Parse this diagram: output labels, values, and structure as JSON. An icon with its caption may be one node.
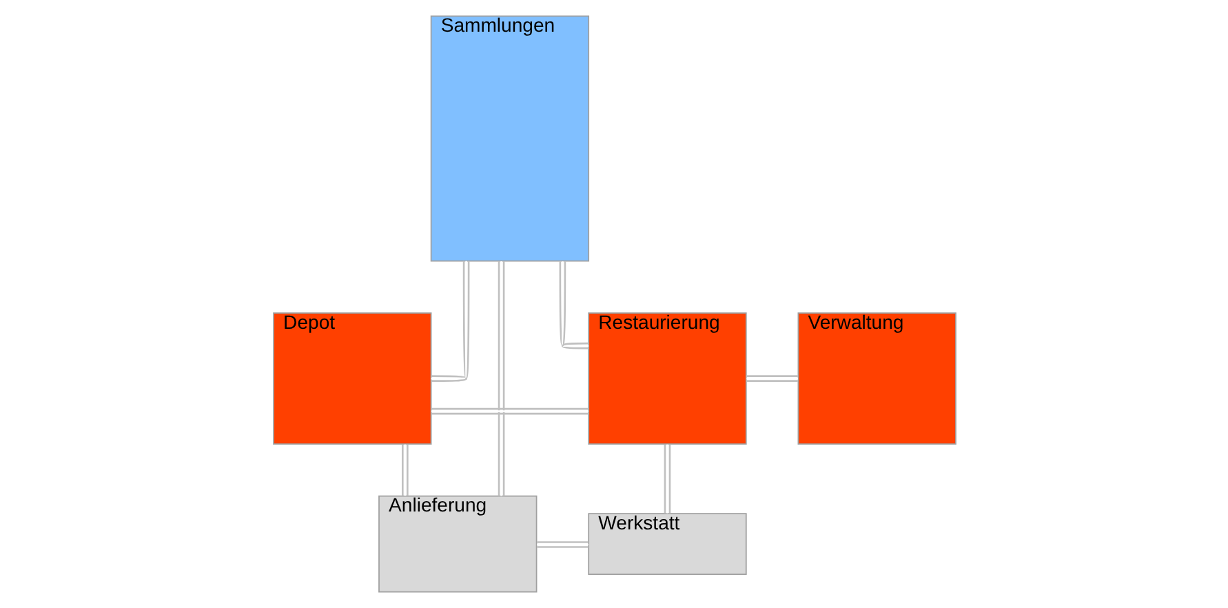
{
  "diagram": {
    "nodes": [
      {
        "text": [
          "Sammlungen"
        ]
      },
      {
        "text": [
          "Depot"
        ]
      },
      {
        "text": [
          "Restaurierung"
        ]
      },
      {
        "text": [
          "Verwaltung"
        ]
      },
      {
        "text": [
          "Anlieferung"
        ]
      },
      {
        "text": [
          "Werkstatt"
        ]
      }
    ],
    "edges": [
      {
        "from": 0,
        "to": 1,
        "arrow": "none"
      },
      {
        "from": 0,
        "to": 2,
        "arrow": "none"
      },
      {
        "from": 0,
        "to": 4,
        "arrow": "none"
      },
      {
        "from": 1,
        "to": 2,
        "arrow": "none"
      },
      {
        "from": 2,
        "to": 3,
        "arrow": "none"
      },
      {
        "from": 1,
        "to": 4,
        "arrow": "none"
      },
      {
        "from": 4,
        "to": 5,
        "arrow": "none"
      },
      {
        "from": 2,
        "to": 5,
        "arrow": "none"
      }
    ]
  }
}
